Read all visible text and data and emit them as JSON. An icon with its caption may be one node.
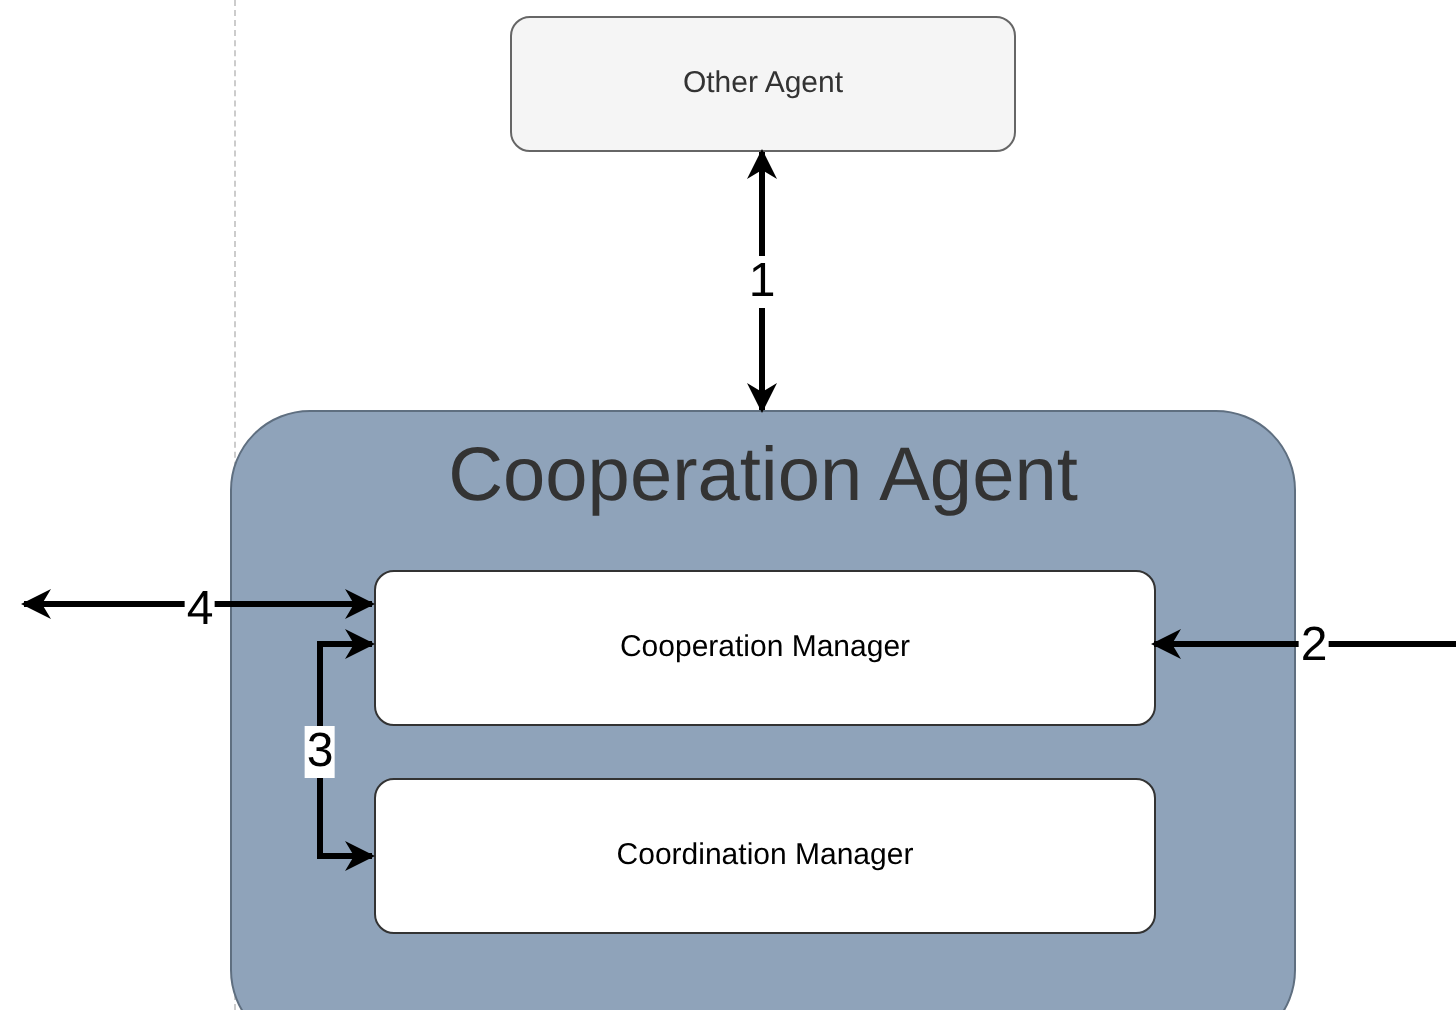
{
  "diagram": {
    "nodes": [
      {
        "text": [
          "Other Agent"
        ]
      },
      {
        "text": [
          "Cooperation Agent"
        ]
      },
      {
        "text": [
          "Cooperation Manager"
        ],
        "in": 1
      },
      {
        "text": [
          "Coordination Manager"
        ],
        "in": 1
      }
    ],
    "edges": [
      {
        "from": 0,
        "to": 1,
        "label": "1",
        "arrow": "both"
      },
      {
        "from": null,
        "to": 2,
        "label": "2",
        "arrow": "to"
      },
      {
        "from": 2,
        "to": 3,
        "label": "3",
        "arrow": "both"
      },
      {
        "from": null,
        "to": 2,
        "label": "4",
        "arrow": "both"
      }
    ]
  }
}
